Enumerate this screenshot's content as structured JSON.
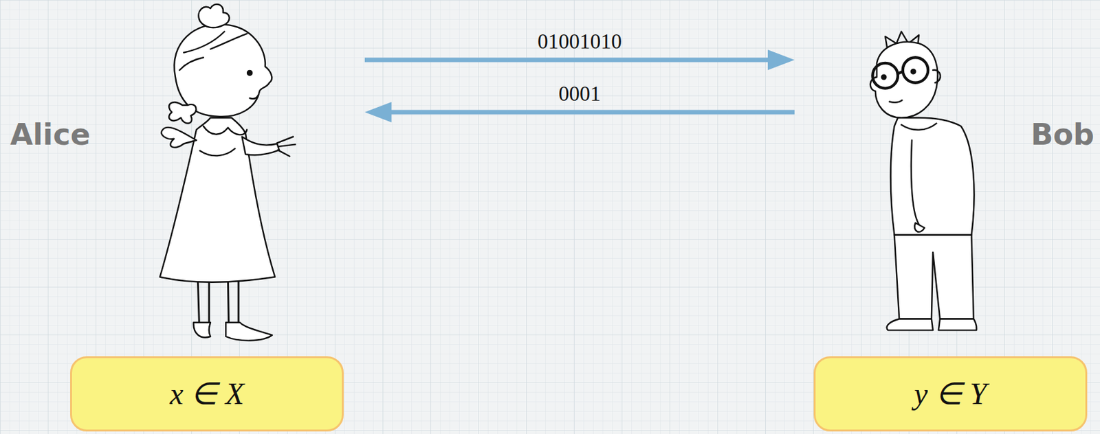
{
  "diagram": {
    "nodes": [
      {
        "text": [
          "Alice"
        ]
      },
      {
        "text": [
          "Bob"
        ]
      },
      {
        "text": [
          "x ∈ X"
        ]
      },
      {
        "text": [
          "y ∈ Y"
        ]
      }
    ],
    "edges": [
      {
        "from": 0,
        "to": 1,
        "arrow": "to",
        "label": "01001010"
      },
      {
        "from": 1,
        "to": 0,
        "arrow": "to",
        "label": "0001"
      }
    ]
  }
}
